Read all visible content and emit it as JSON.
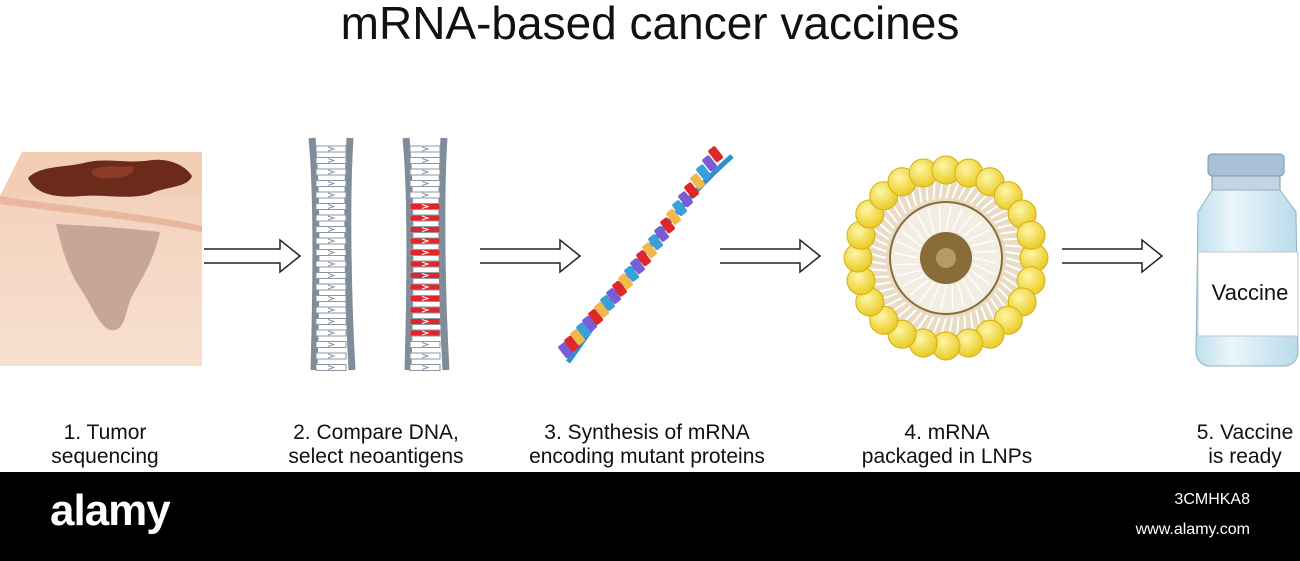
{
  "title": "mRNA-based cancer vaccines",
  "steps": [
    {
      "line1": "1. Tumor",
      "line2": "sequencing"
    },
    {
      "line1": "2. Compare DNA,",
      "line2": "select neoantigens"
    },
    {
      "line1": "3. Synthesis of mRNA",
      "line2": "encoding mutant proteins"
    },
    {
      "line1": "4. mRNA",
      "line2": "packaged in LNPs"
    },
    {
      "line1": "5. Vaccine",
      "line2": "is ready"
    }
  ],
  "vial_label": "Vaccine",
  "watermark": {
    "logo": "alamy",
    "code": "3CMHKA8",
    "url": "www.alamy.com"
  },
  "colors": {
    "skin": "#f6d7c2",
    "tumor": "#6b2a1a",
    "tumor_tissue": "#c9a89c",
    "dna_backbone": "#9aa7b4",
    "mutation": "#e0262b",
    "mrna_backbone": "#2f8fd0",
    "lipid_head": "#f5e04a",
    "lipid_core": "#8a6b3a",
    "vial_glass": "#d8eef6",
    "vial_cap": "#a9c0d6"
  },
  "icons": [
    "skin-tumor-icon",
    "dna-icon",
    "mrna-strand-icon",
    "lnp-icon",
    "vaccine-vial-icon",
    "arrow-right-icon"
  ]
}
